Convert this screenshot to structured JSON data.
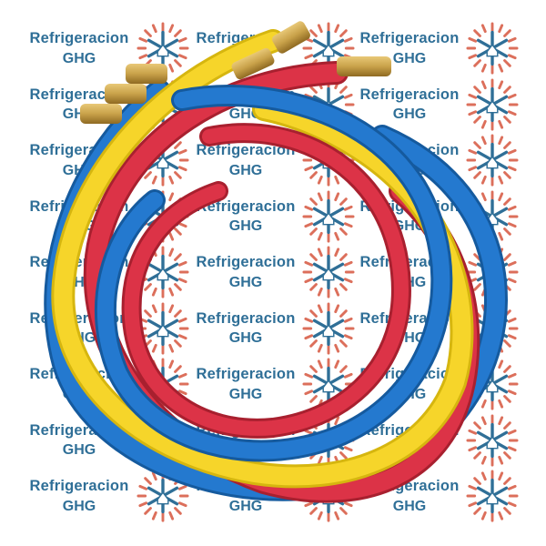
{
  "watermark": {
    "line1": "Refrigeracion",
    "line2": "GHG",
    "text_color": "#2f6f97",
    "logo": "snowflake-sun-house-logo",
    "logo_colors": {
      "snowflake": "#2f6f97",
      "rays": "#d9604a"
    }
  },
  "product": {
    "subject": "refrigeration-charging-hoses",
    "hose_colors": {
      "yellow": "#f5d21c",
      "red": "#d92e43",
      "blue": "#1f6fc1"
    },
    "fitting_color": "#c9a24a"
  }
}
